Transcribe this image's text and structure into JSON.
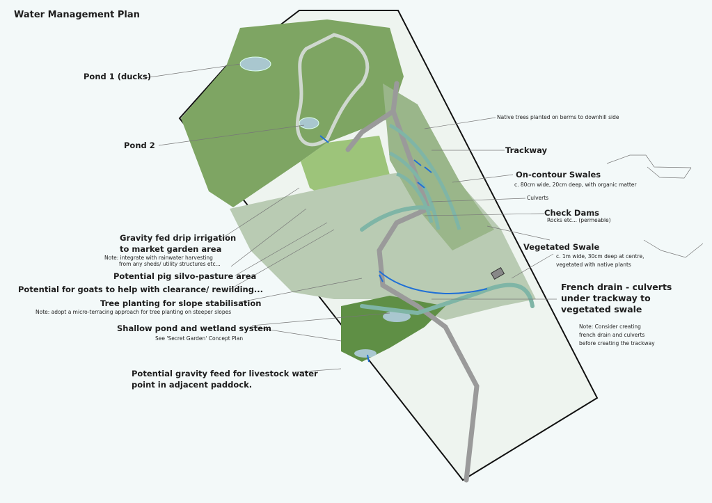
{
  "title": "Water Management Plan",
  "labels": {
    "pond1": "Pond 1 (ducks)",
    "pond2": "Pond 2",
    "gravity_drip_1": "Gravity fed drip irrigation",
    "gravity_drip_2": "to market garden area",
    "gravity_note_1": "Note: integrate with rainwater harvesting",
    "gravity_note_2": "from any sheds/ utility structures etc...",
    "pig": "Potential pig silvo-pasture area",
    "goats": "Potential for goats to help with clearance/ rewilding...",
    "tree_planting": "Tree planting for slope stabilisation",
    "tree_note": "Note: adopt a micro-terracing approach for tree planting on steeper slopes",
    "shallow_pond": "Shallow pond and wetland system",
    "shallow_note": "See 'Secret Garden' Concept Plan",
    "livestock_1": "Potential gravity feed for livestock water",
    "livestock_2": "point in adjacent paddock.",
    "native_trees": "Native trees planted on berms to downhill side",
    "trackway": "Trackway",
    "swales": "On-contour Swales",
    "swales_note": "c. 80cm wide, 20cm deep, with organic matter",
    "culverts": "Culverts",
    "check_dams": "Check Dams",
    "check_note": "Rocks etc... (permeable)",
    "veg_swale": "Vegetated Swale",
    "veg_note_1": "c. 1m wide, 30cm deep at centre,",
    "veg_note_2": "vegetated with native plants",
    "french_1": "French drain - culverts",
    "french_2": "under trackway to",
    "french_3": "vegetated swale",
    "french_note_1": "Note: Consider creating",
    "french_note_2": "french drain and culverts",
    "french_note_3": "before creating the trackway"
  },
  "colors": {
    "water": "#1f6fd6",
    "swale": "#7fb5a6",
    "track": "#9a9a9a",
    "green": "#5f8f45"
  }
}
